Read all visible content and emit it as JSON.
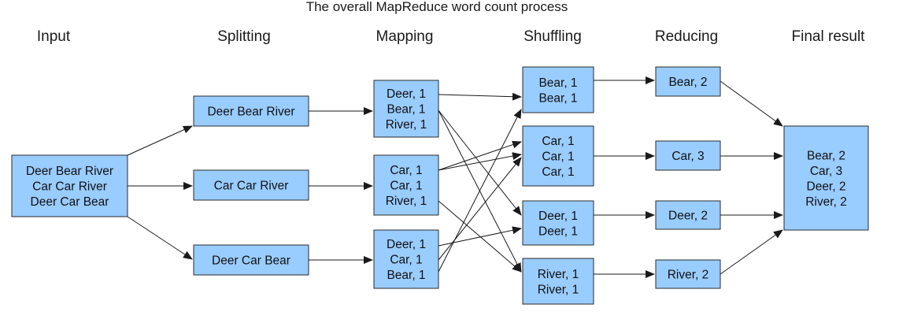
{
  "title": "The overall MapReduce word count process",
  "columns": [
    "Input",
    "Splitting",
    "Mapping",
    "Shuffling",
    "Reducing",
    "Final result"
  ],
  "nodes": {
    "input": [
      "Deer Bear River",
      "Car Car River",
      "Deer Car Bear"
    ],
    "split1": [
      "Deer Bear River"
    ],
    "split2": [
      "Car Car River"
    ],
    "split3": [
      "Deer Car Bear"
    ],
    "map1": [
      "Deer, 1",
      "Bear, 1",
      "River, 1"
    ],
    "map2": [
      "Car, 1",
      "Car, 1",
      "River, 1"
    ],
    "map3": [
      "Deer, 1",
      "Car, 1",
      "Bear, 1"
    ],
    "shuf_bear": [
      "Bear, 1",
      "Bear, 1"
    ],
    "shuf_car": [
      "Car, 1",
      "Car, 1",
      "Car, 1"
    ],
    "shuf_deer": [
      "Deer, 1",
      "Deer, 1"
    ],
    "shuf_river": [
      "River, 1",
      "River, 1"
    ],
    "red_bear": [
      "Bear, 2"
    ],
    "red_car": [
      "Car, 3"
    ],
    "red_deer": [
      "Deer, 2"
    ],
    "red_river": [
      "River, 2"
    ],
    "final": [
      "Bear, 2",
      "Car, 3",
      "Deer, 2",
      "River, 2"
    ]
  },
  "edges": [
    [
      "input",
      "split1"
    ],
    [
      "input",
      "split2"
    ],
    [
      "input",
      "split3"
    ],
    [
      "split1",
      "map1"
    ],
    [
      "split2",
      "map2"
    ],
    [
      "split3",
      "map3"
    ],
    [
      "map1",
      "shuf_deer"
    ],
    [
      "map1",
      "shuf_bear"
    ],
    [
      "map1",
      "shuf_river"
    ],
    [
      "map2",
      "shuf_car"
    ],
    [
      "map2",
      "shuf_car"
    ],
    [
      "map2",
      "shuf_river"
    ],
    [
      "map3",
      "shuf_deer"
    ],
    [
      "map3",
      "shuf_car"
    ],
    [
      "map3",
      "shuf_bear"
    ],
    [
      "shuf_bear",
      "red_bear"
    ],
    [
      "shuf_car",
      "red_car"
    ],
    [
      "shuf_deer",
      "red_deer"
    ],
    [
      "shuf_river",
      "red_river"
    ],
    [
      "red_bear",
      "final"
    ],
    [
      "red_car",
      "final"
    ],
    [
      "red_deer",
      "final"
    ],
    [
      "red_river",
      "final"
    ]
  ],
  "colors": {
    "box_fill": "#99ccff",
    "box_border": "#2b2b2b",
    "line": "#1a1a1a",
    "text": "#111111"
  }
}
